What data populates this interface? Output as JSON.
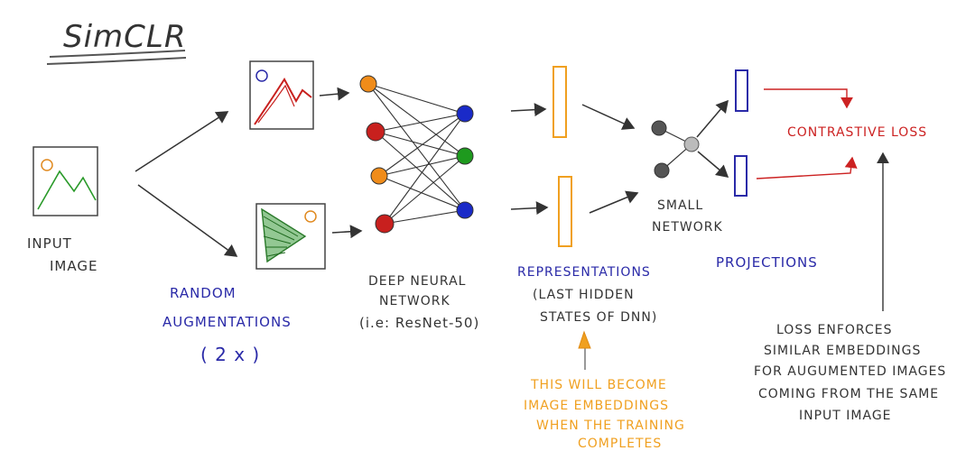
{
  "title": "SimCLR",
  "labels": {
    "input_image": [
      "INPUT",
      "IMAGE"
    ],
    "random_augmentations": [
      "RANDOM",
      "AUGMENTATIONS",
      "( 2 x )"
    ],
    "deep_neural_network": [
      "DEEP NEURAL",
      "NETWORK",
      "(i.e: ResNet-50)"
    ],
    "representations": [
      "REPRESENTATIONS",
      "(LAST HIDDEN",
      "STATES OF DNN)"
    ],
    "embeddings_note": [
      "THIS WILL BECOME",
      "IMAGE EMBEDDINGS",
      "WHEN THE TRAINING",
      "COMPLETES"
    ],
    "small_network": [
      "SMALL",
      "NETWORK"
    ],
    "projections": "PROJECTIONS",
    "contrastive_loss": "CONTRASTIVE LOSS",
    "loss_note": [
      "LOSS ENFORCES",
      "SIMILAR EMBEDDINGS",
      "FOR AUGUMENTED IMAGES",
      "COMING FROM THE SAME",
      "INPUT IMAGE"
    ]
  },
  "colors": {
    "ink": "#333333",
    "blue": "#2a2aa8",
    "orange": "#f0a020",
    "red": "#cc2222",
    "green": "#2a9a2a",
    "grey": "#8a8a8a",
    "node_orange": "#f08c1a",
    "node_red": "#c8201e",
    "node_blue": "#1a2ac8",
    "node_green": "#1e9a1e"
  }
}
